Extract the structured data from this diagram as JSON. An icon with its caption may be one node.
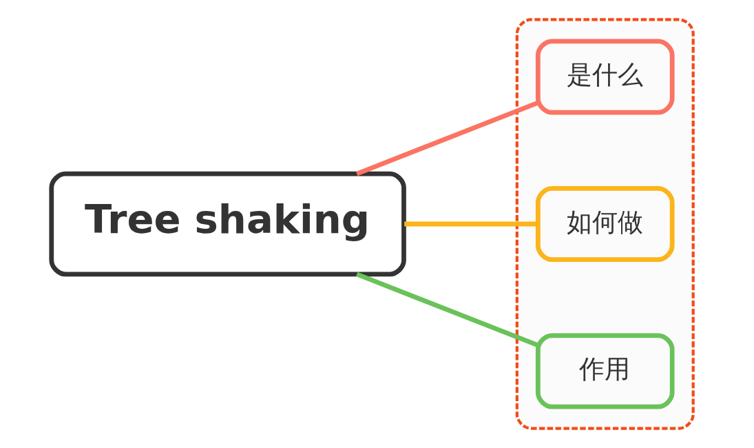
{
  "diagram": {
    "nodes": [
      {
        "text": [
          "Tree shaking"
        ]
      },
      {
        "text": [],
        "shape": "box"
      },
      {
        "text": [
          "是什么"
        ],
        "in": 1
      },
      {
        "text": [
          "如何做"
        ],
        "in": 1
      },
      {
        "text": [
          "作用"
        ],
        "in": 1
      }
    ],
    "edges": [
      {
        "from": 0,
        "to": 2,
        "arrow": "none",
        "color": "#fb7463"
      },
      {
        "from": 0,
        "to": 3,
        "arrow": "none",
        "color": "#fbb41a"
      },
      {
        "from": 0,
        "to": 4,
        "arrow": "none",
        "color": "#6ac25a"
      }
    ]
  }
}
